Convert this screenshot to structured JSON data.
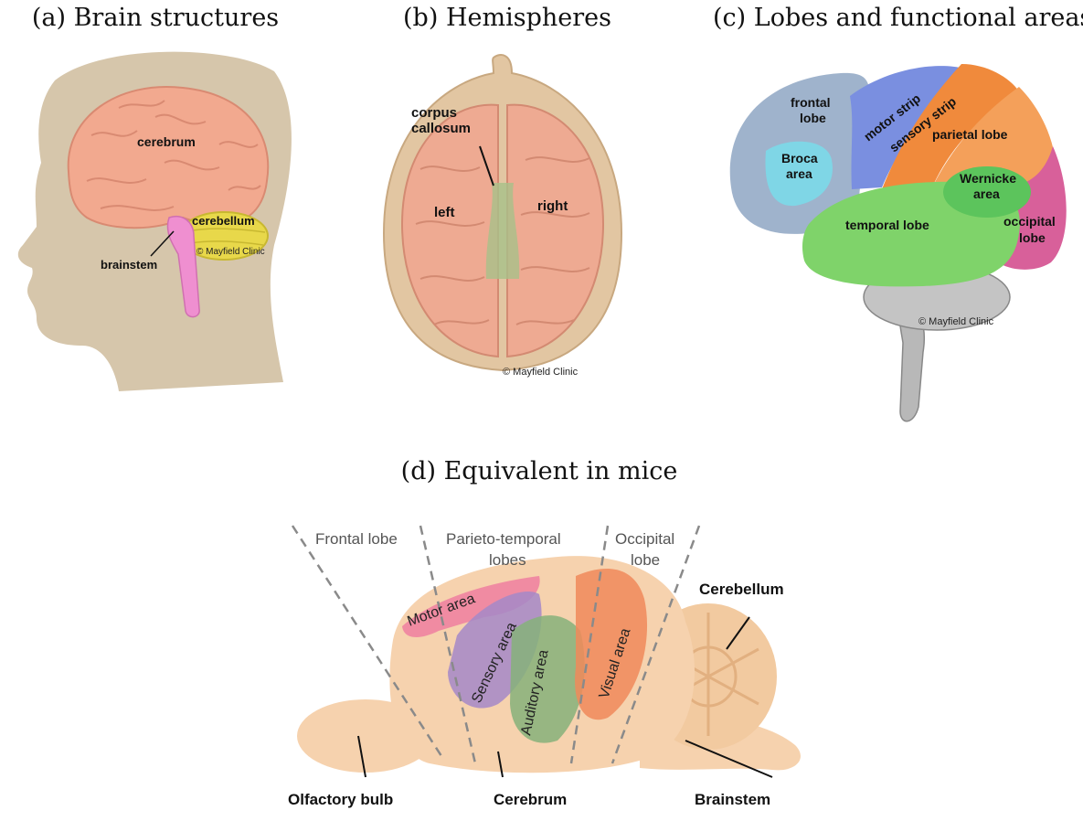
{
  "panels": {
    "a": {
      "caption": "(a) Brain structures",
      "labels": {
        "cerebrum": "cerebrum",
        "cerebellum": "cerebellum",
        "brainstem": "brainstem"
      },
      "credit": "© Mayfield Clinic"
    },
    "b": {
      "caption": "(b) Hemispheres",
      "labels": {
        "corpus_line1": "corpus",
        "corpus_line2": "callosum",
        "left": "left",
        "right": "right"
      },
      "credit": "© Mayfield Clinic"
    },
    "c": {
      "caption": "(c) Lobes and functional areas",
      "labels": {
        "frontal_line1": "frontal",
        "frontal_line2": "lobe",
        "motor_strip": "motor strip",
        "sensory_strip": "sensory strip",
        "parietal": "parietal lobe",
        "broca_line1": "Broca",
        "broca_line2": "area",
        "wernicke_line1": "Wernicke",
        "wernicke_line2": "area",
        "temporal": "temporal lobe",
        "occipital_line1": "occipital",
        "occipital_line2": "lobe"
      },
      "credit": "© Mayfield Clinic"
    },
    "d": {
      "caption": "(d) Equivalent in mice",
      "regions": {
        "frontal": "Frontal lobe",
        "parieto_line1": "Parieto-temporal",
        "parieto_line2": "lobes",
        "occipital_line1": "Occipital",
        "occipital_line2": "lobe"
      },
      "areas": {
        "motor": "Motor area",
        "sensory": "Sensory area",
        "auditory": "Auditory area",
        "visual": "Visual area"
      },
      "structures": {
        "cerebellum": "Cerebellum",
        "olfactory": "Olfactory bulb",
        "cerebrum": "Cerebrum",
        "brainstem": "Brainstem"
      }
    }
  },
  "colors": {
    "head": "#d6c6ab",
    "cerebrum_human": "#f2a98f",
    "cerebellum_human": "#e8d84a",
    "brainstem_human": "#ef8fd0",
    "frontal_lobe": "#9fb3cc",
    "motor_strip": "#7a8fe0",
    "sensory_strip": "#f08a3c",
    "parietal_lobe": "#f4a05a",
    "broca_area": "#7fd6e6",
    "wernicke_area": "#5cc45c",
    "temporal_lobe": "#7fd36a",
    "occipital_lobe": "#d8609a",
    "mouse_body": "#f6d2ae",
    "motor_area": "#ef7fa0",
    "sensory_area": "#a488c8",
    "auditory_area": "#86b27a",
    "visual_area": "#f08a5a"
  }
}
